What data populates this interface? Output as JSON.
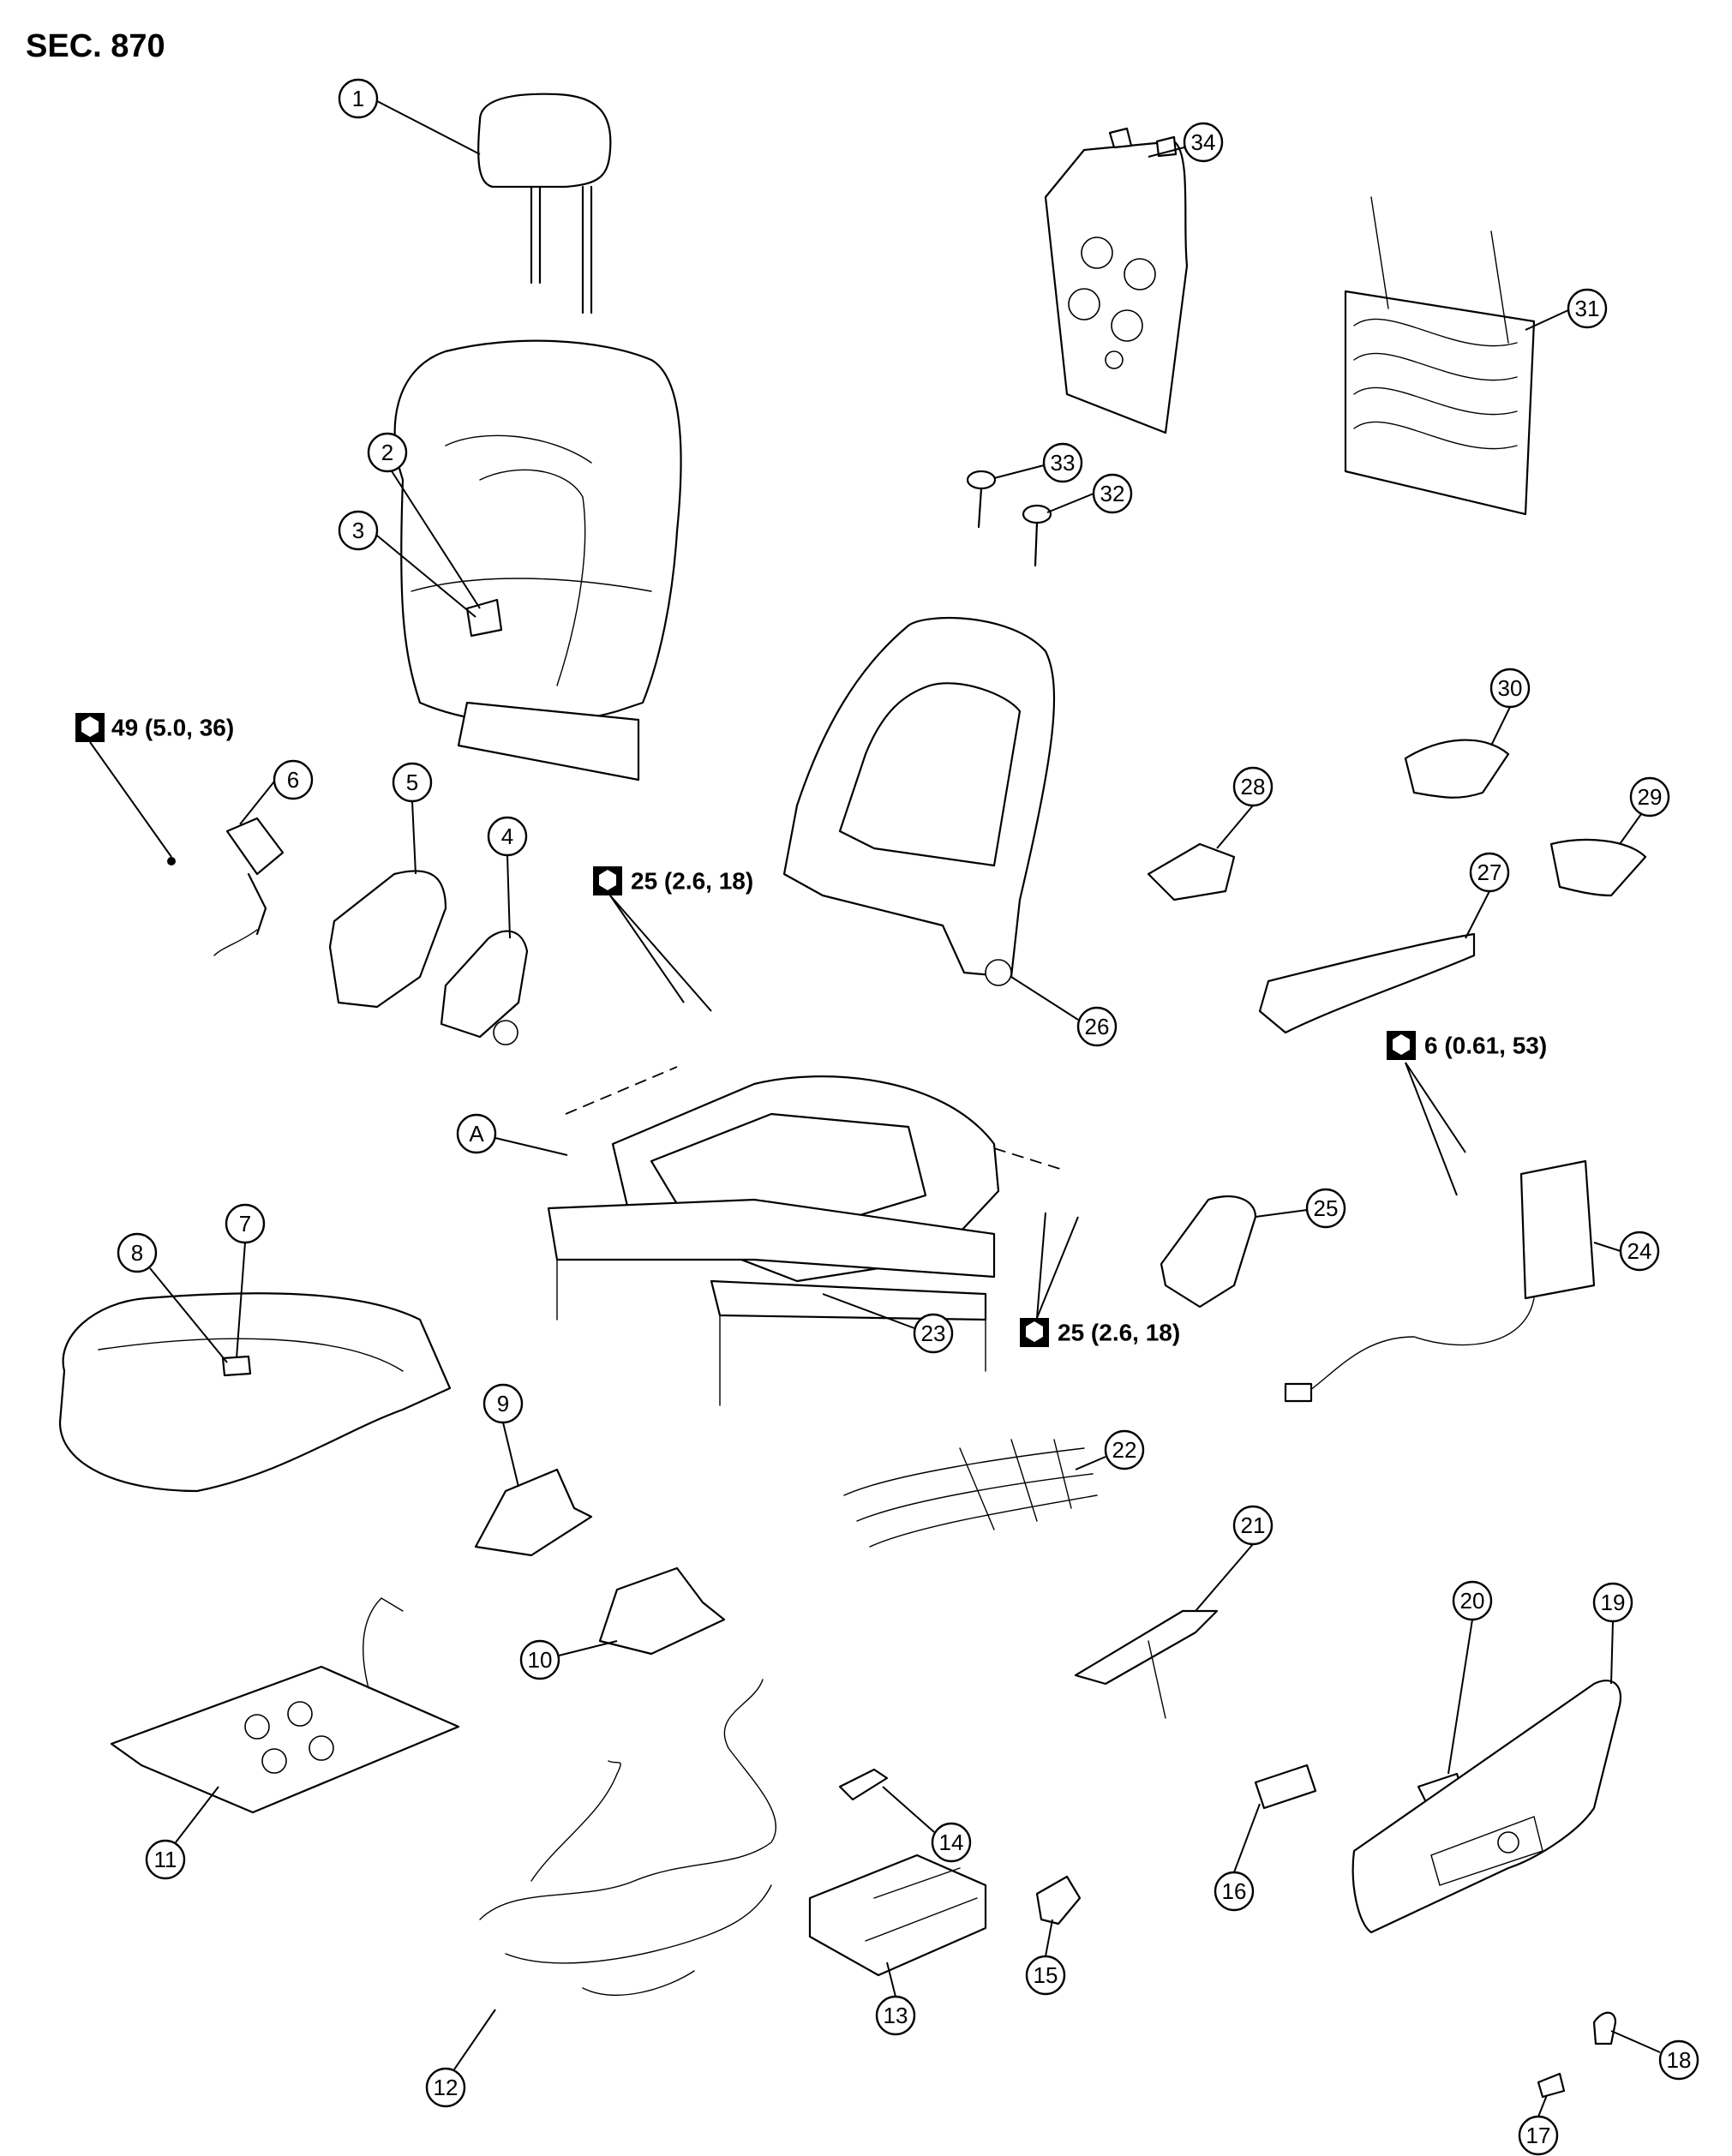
{
  "section_title": "SEC. 870",
  "callouts": [
    {
      "id": "c1",
      "label": "1"
    },
    {
      "id": "c2",
      "label": "2"
    },
    {
      "id": "c3",
      "label": "3"
    },
    {
      "id": "c4",
      "label": "4"
    },
    {
      "id": "c5",
      "label": "5"
    },
    {
      "id": "c6",
      "label": "6"
    },
    {
      "id": "c7",
      "label": "7"
    },
    {
      "id": "c8",
      "label": "8"
    },
    {
      "id": "c9",
      "label": "9"
    },
    {
      "id": "c10",
      "label": "10"
    },
    {
      "id": "c11",
      "label": "11"
    },
    {
      "id": "c12",
      "label": "12"
    },
    {
      "id": "c13",
      "label": "13"
    },
    {
      "id": "c14",
      "label": "14"
    },
    {
      "id": "c15",
      "label": "15"
    },
    {
      "id": "c16",
      "label": "16"
    },
    {
      "id": "c17",
      "label": "17"
    },
    {
      "id": "c18",
      "label": "18"
    },
    {
      "id": "c19",
      "label": "19"
    },
    {
      "id": "c20",
      "label": "20"
    },
    {
      "id": "c21",
      "label": "21"
    },
    {
      "id": "c22",
      "label": "22"
    },
    {
      "id": "c23",
      "label": "23"
    },
    {
      "id": "c24",
      "label": "24"
    },
    {
      "id": "c25",
      "label": "25"
    },
    {
      "id": "c26",
      "label": "26"
    },
    {
      "id": "c27",
      "label": "27"
    },
    {
      "id": "c28",
      "label": "28"
    },
    {
      "id": "c29",
      "label": "29"
    },
    {
      "id": "c30",
      "label": "30"
    },
    {
      "id": "c31",
      "label": "31"
    },
    {
      "id": "c32",
      "label": "32"
    },
    {
      "id": "c33",
      "label": "33"
    },
    {
      "id": "c34",
      "label": "34"
    },
    {
      "id": "cA",
      "label": "A"
    }
  ],
  "torque_specs": {
    "belt_buckle": "49 (5.0, 36)",
    "frame_front": "25 (2.6, 18)",
    "frame_rear": "25 (2.6, 18)",
    "side_airbag": "6 (0.61, 53)"
  },
  "icons": {
    "torque": "tightening-torque-icon"
  }
}
